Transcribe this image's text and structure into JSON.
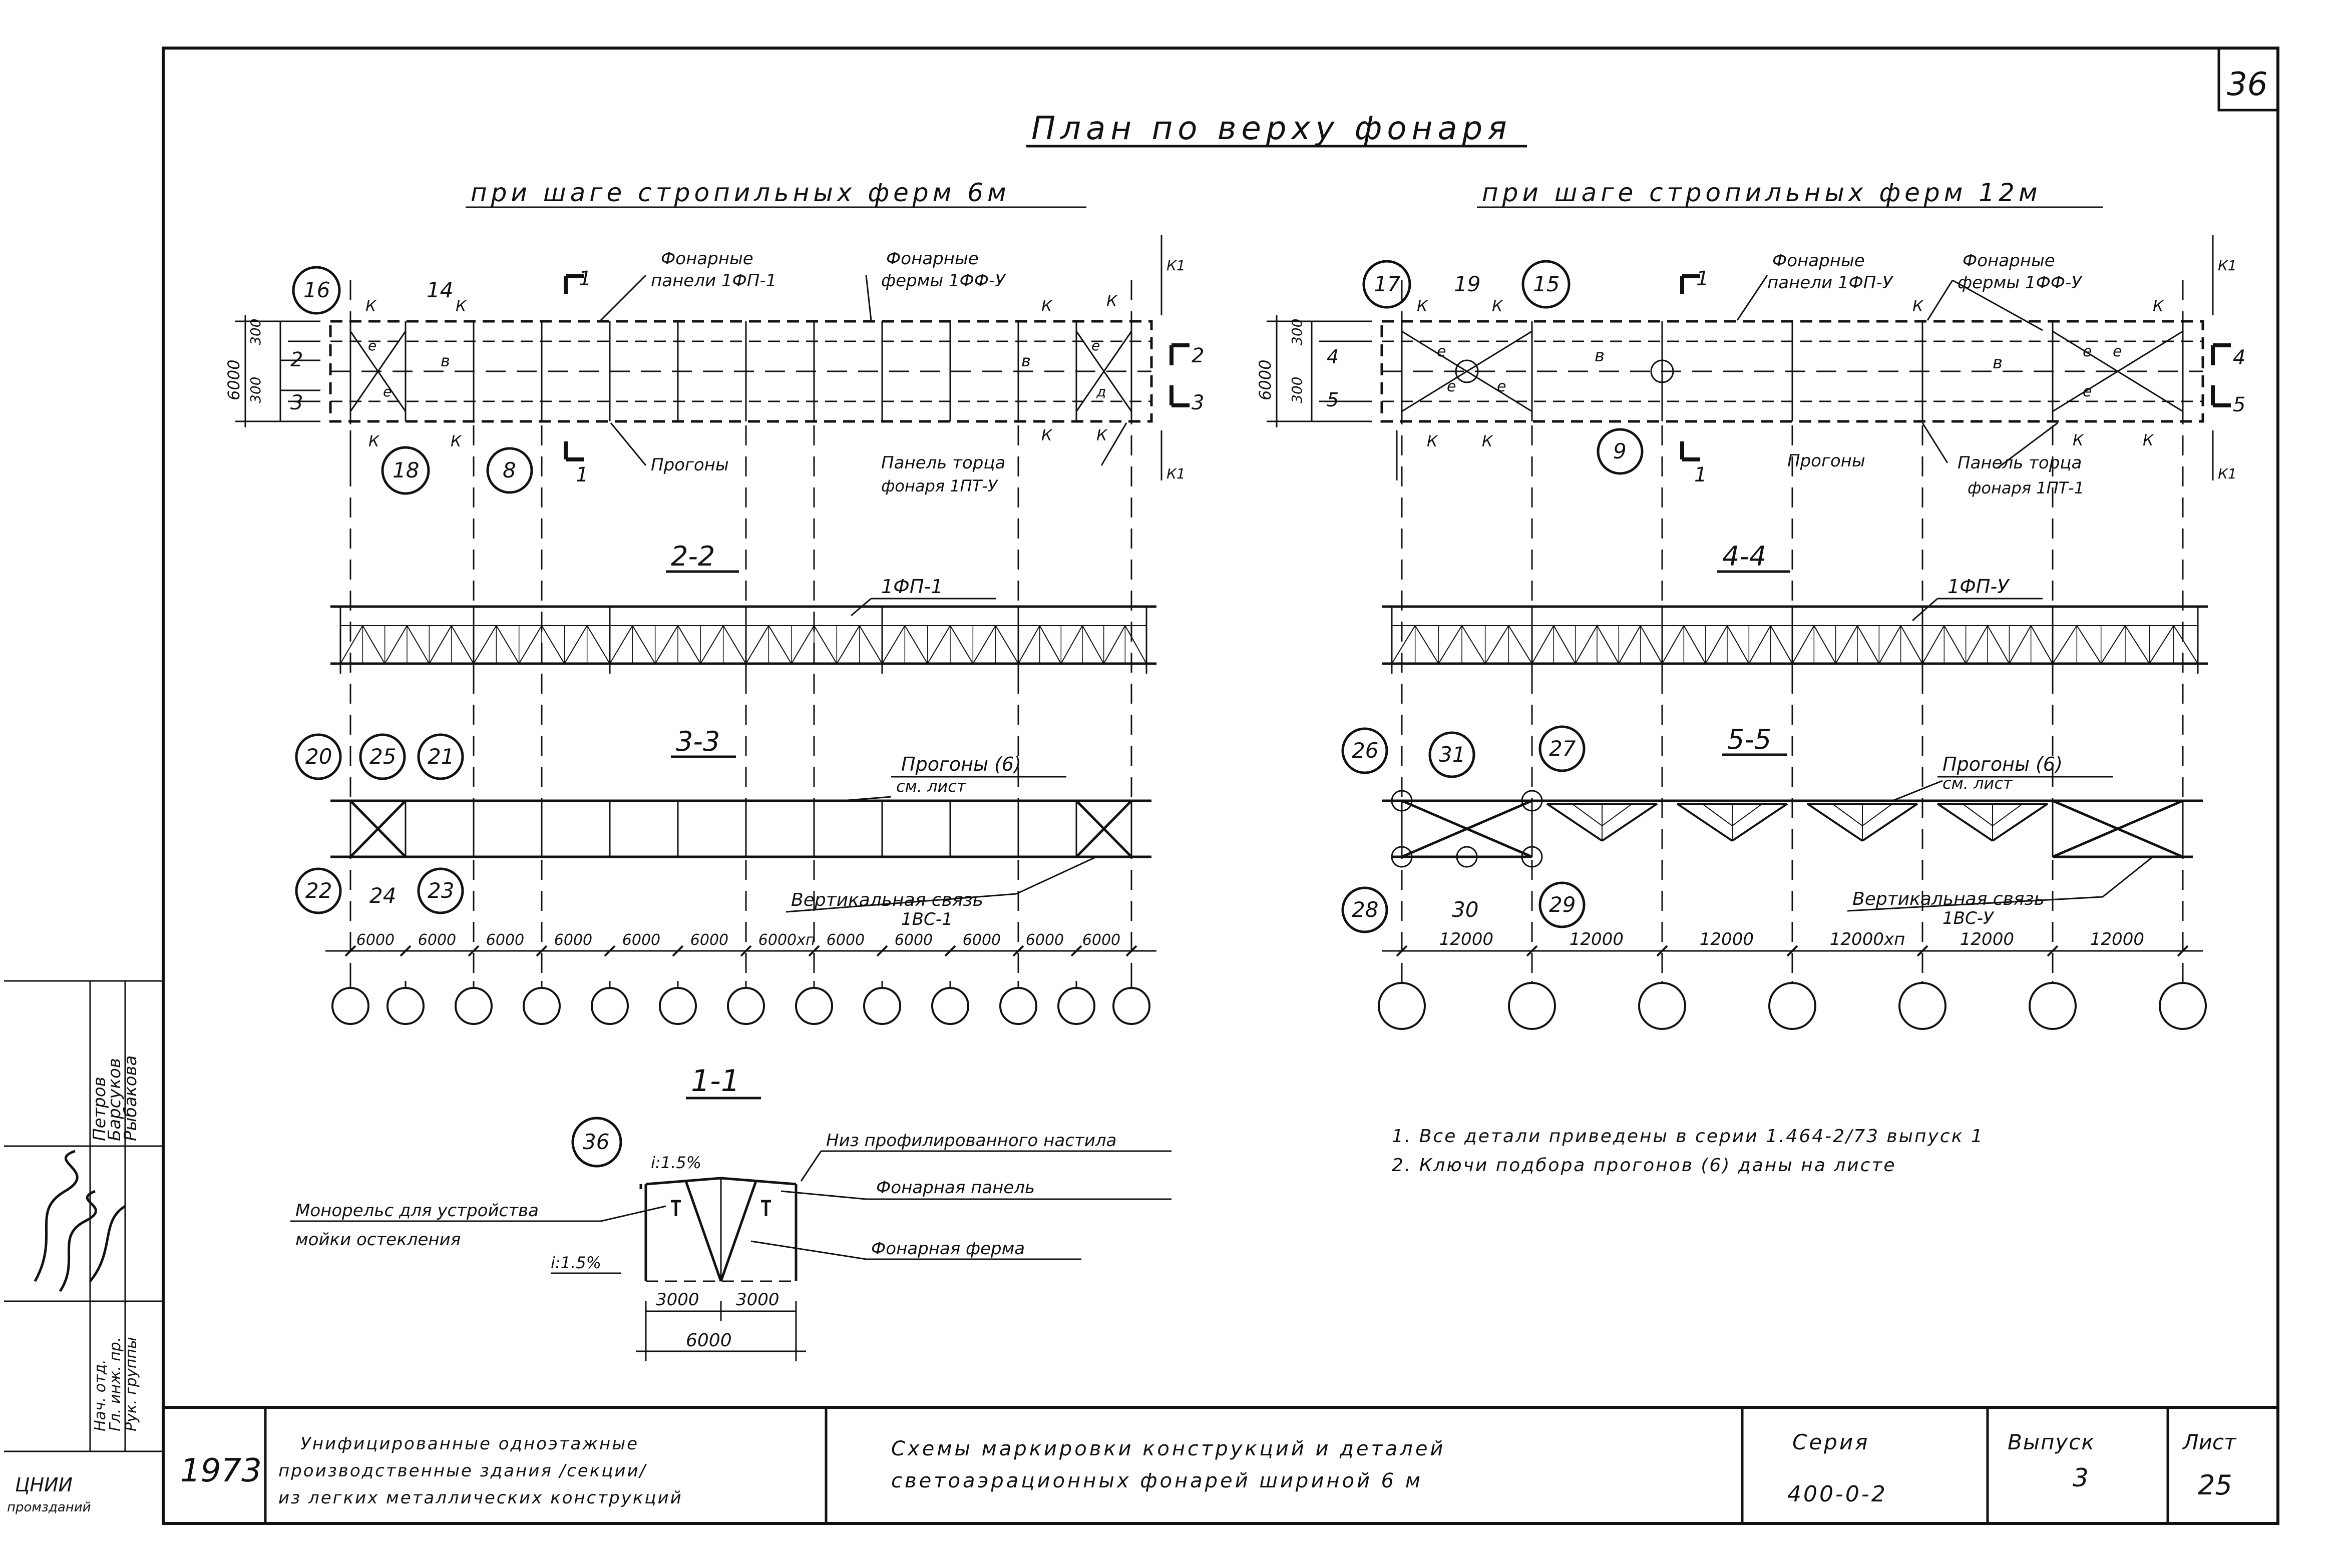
{
  "sheet_number": "36",
  "plan": {
    "title": "План по верху фонаря",
    "left_subtitle": "при шаге стропильных ферм 6м",
    "right_subtitle": "при шаге стропильных ферм 12м",
    "left_labels": {
      "panels": [
        "Фонарные",
        "панели 1ФП-1"
      ],
      "trusses": [
        "Фонарные",
        "фермы 1ФФ-У"
      ],
      "purlins": "Прогоны",
      "end_panel": [
        "Панель торца",
        "фонаря 1ПТ-У"
      ],
      "dim_total": "6000",
      "dim_a": "300",
      "dim_b": "300"
    },
    "right_labels": {
      "panels": [
        "Фонарные",
        "панели 1ФП-У"
      ],
      "trusses": [
        "Фонарные",
        "фермы 1ФФ-У"
      ],
      "purlins": "Прогоны",
      "end_panel": [
        "Панель торца",
        "фонаря 1ПТ-1"
      ],
      "dim_total": "6000",
      "dim_a": "300",
      "dim_b": "300"
    },
    "left_callouts": [
      "16",
      "14",
      "18",
      "8"
    ],
    "right_callouts": [
      "17",
      "19",
      "15",
      "9"
    ],
    "section_marks_left": [
      "1",
      "2",
      "3"
    ],
    "section_marks_right": [
      "4",
      "5"
    ],
    "letters": {
      "k": "К",
      "k1": "К1",
      "v": "в",
      "e": "е",
      "d": "д"
    }
  },
  "sections": {
    "s22": {
      "title": "2-2",
      "label": "1ФП-1"
    },
    "s44": {
      "title": "4-4",
      "label": "1ФП-У"
    },
    "s33": {
      "title": "3-3",
      "callouts_top": [
        "20",
        "25",
        "21"
      ],
      "callouts_bottom": [
        "22",
        "24",
        "23"
      ],
      "purlins": [
        "Прогоны (6)",
        "см. лист"
      ],
      "bracing": [
        "Вертикальная связь",
        "1ВС-1"
      ],
      "dims": [
        "6000",
        "6000",
        "6000",
        "6000",
        "6000",
        "6000",
        "6000хп",
        "6000",
        "6000",
        "6000",
        "6000",
        "6000"
      ]
    },
    "s55": {
      "title": "5-5",
      "callouts_top": [
        "26",
        "31",
        "27"
      ],
      "callouts_bottom": [
        "28",
        "30",
        "29"
      ],
      "purlins": [
        "Прогоны (6)",
        "см. лист"
      ],
      "bracing": [
        "Вертикальная связь",
        "1ВС-У"
      ],
      "dims": [
        "12000",
        "12000",
        "12000",
        "12000хп",
        "12000",
        "12000"
      ]
    },
    "s11": {
      "title": "1-1",
      "callout": "36",
      "slope_top": "i:1.5%",
      "slope_bottom": "i:1.5%",
      "deck": "Низ профилированного настила",
      "panel": "Фонарная панель",
      "truss": "Фонарная ферма",
      "monorail": [
        "Монорельс для устройства",
        "мойки остекления"
      ],
      "dim_a": "3000",
      "dim_b": "3000",
      "dim_total": "6000"
    }
  },
  "notes": [
    "1. Все детали приведены в серии 1.464-2/73 выпуск 1",
    "2. Ключи подбора прогонов (6) даны на листе"
  ],
  "side_stamp": {
    "names": [
      "Петров",
      "Барсуков",
      "Рыбакова"
    ],
    "roles": [
      "Нач. отд.",
      "Гл. инж. пр.",
      "Рук. группы"
    ],
    "org": [
      "ЦНИИ",
      "промзданий"
    ]
  },
  "title_block": {
    "year": "1973",
    "project": [
      "Унифицированные одноэтажные",
      "производственные здания /секции/",
      "из легких металлических конструкций"
    ],
    "sheet_title": [
      "Схемы маркировки конструкций и деталей",
      "светоаэрационных фонарей шириной 6 м"
    ],
    "series_label": "Серия",
    "series_value": "400-0-2",
    "issue_label": "Выпуск",
    "issue_value": "3",
    "sheet_label": "Лист",
    "sheet_value": "25"
  }
}
